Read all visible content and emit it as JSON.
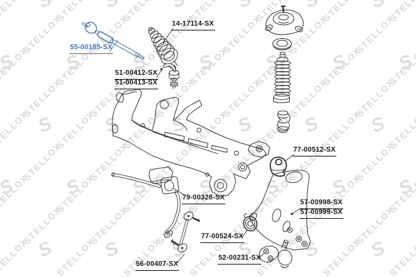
{
  "watermark": {
    "brand": "STELLOX",
    "logo_letter": "S",
    "word_color": "#d9d9d9",
    "logo_color": "#dedede"
  },
  "colors": {
    "line": "#3a3a3a",
    "highlight": "#4a72b8",
    "label_text": "#161616"
  },
  "labels": [
    {
      "id": "boot",
      "text": "14-17114-SX"
    },
    {
      "id": "inner-tie-rod",
      "text": "55-00185-SX",
      "highlighted": true
    },
    {
      "id": "tie-rod-end-1",
      "text": "51-00412-SX"
    },
    {
      "id": "tie-rod-end-2",
      "text": "51-00413-SX"
    },
    {
      "id": "arm-bushing",
      "text": "77-00512-SX"
    },
    {
      "id": "stab-bushing",
      "text": "79-00328-SX"
    },
    {
      "id": "control-arm-1",
      "text": "57-00998-SX"
    },
    {
      "id": "control-arm-2",
      "text": "57-00999-SX"
    },
    {
      "id": "rear-bushing",
      "text": "77-00524-SX"
    },
    {
      "id": "ball-joint",
      "text": "52-00231-SX"
    },
    {
      "id": "stab-link",
      "text": "56-00407-SX"
    }
  ]
}
